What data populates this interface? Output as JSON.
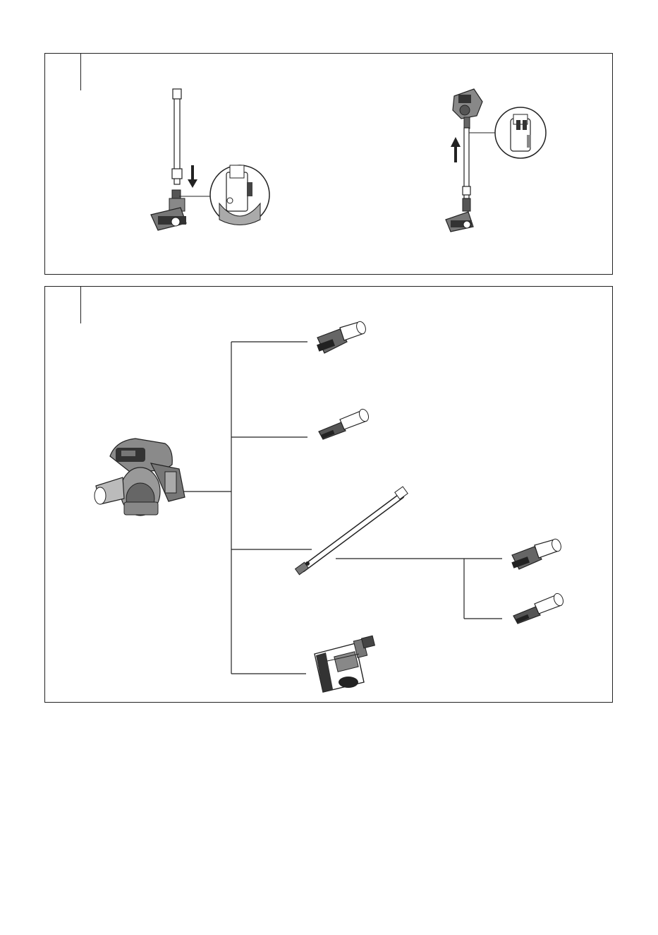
{
  "document": {
    "panels": [
      {
        "id": "assembly",
        "steps": [
          "attach-tube-to-floor-brush",
          "attach-main-unit-to-tube"
        ]
      },
      {
        "id": "accessories",
        "items": [
          "main-unit",
          "crevice-brush",
          "crevice-tool",
          "extension-tube",
          "tube-brush",
          "tube-crevice-tool",
          "motorized-floor-brush"
        ]
      }
    ],
    "colors": {
      "line": "#222222",
      "dark": "#333333",
      "mid": "#777777",
      "light": "#cccccc"
    }
  }
}
